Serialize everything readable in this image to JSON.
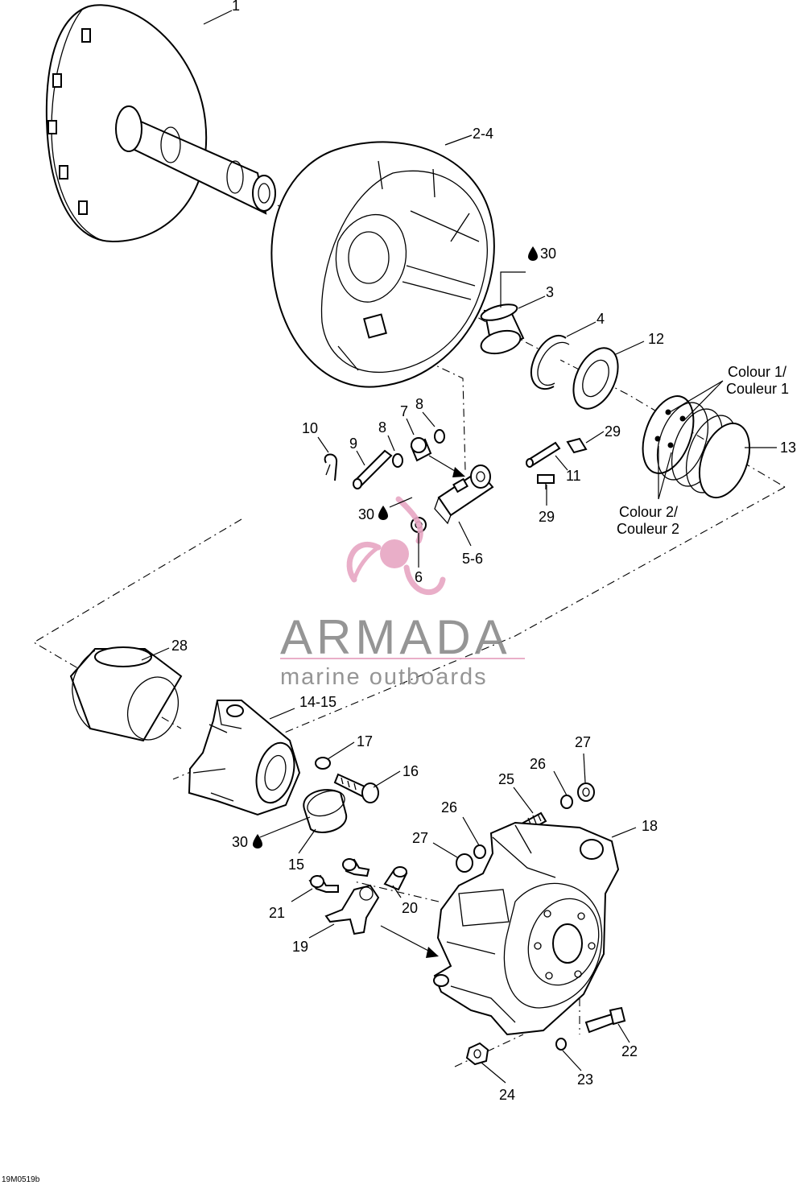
{
  "diagram": {
    "code": "19M0519b",
    "callouts": {
      "c1": "1",
      "c2_4": "2-4",
      "c30a": "30",
      "c3": "3",
      "c4": "4",
      "c12": "12",
      "colour1_l1": "Colour 1/",
      "colour1_l2": "Couleur 1",
      "c13": "13",
      "colour2_l1": "Colour 2/",
      "colour2_l2": "Couleur 2",
      "c10": "10",
      "c9": "9",
      "c8a": "8",
      "c7": "7",
      "c8b": "8",
      "c29a": "29",
      "c11": "11",
      "c29b": "29",
      "c30b": "30",
      "c6": "6",
      "c5_6": "5-6",
      "c28": "28",
      "c14_15": "14-15",
      "c17": "17",
      "c16": "16",
      "c30c": "30",
      "c15": "15",
      "c25": "25",
      "c26a": "26",
      "c27a": "27",
      "c18": "18",
      "c26b": "26",
      "c27b": "27",
      "c21": "21",
      "c20": "20",
      "c19": "19",
      "c22": "22",
      "c23": "23",
      "c24": "24"
    }
  },
  "watermark": {
    "brand": "ARMADA",
    "tagline": "marine outboards",
    "colors": {
      "pink": "#e7a6c3",
      "gray": "#8a8a8a"
    }
  }
}
